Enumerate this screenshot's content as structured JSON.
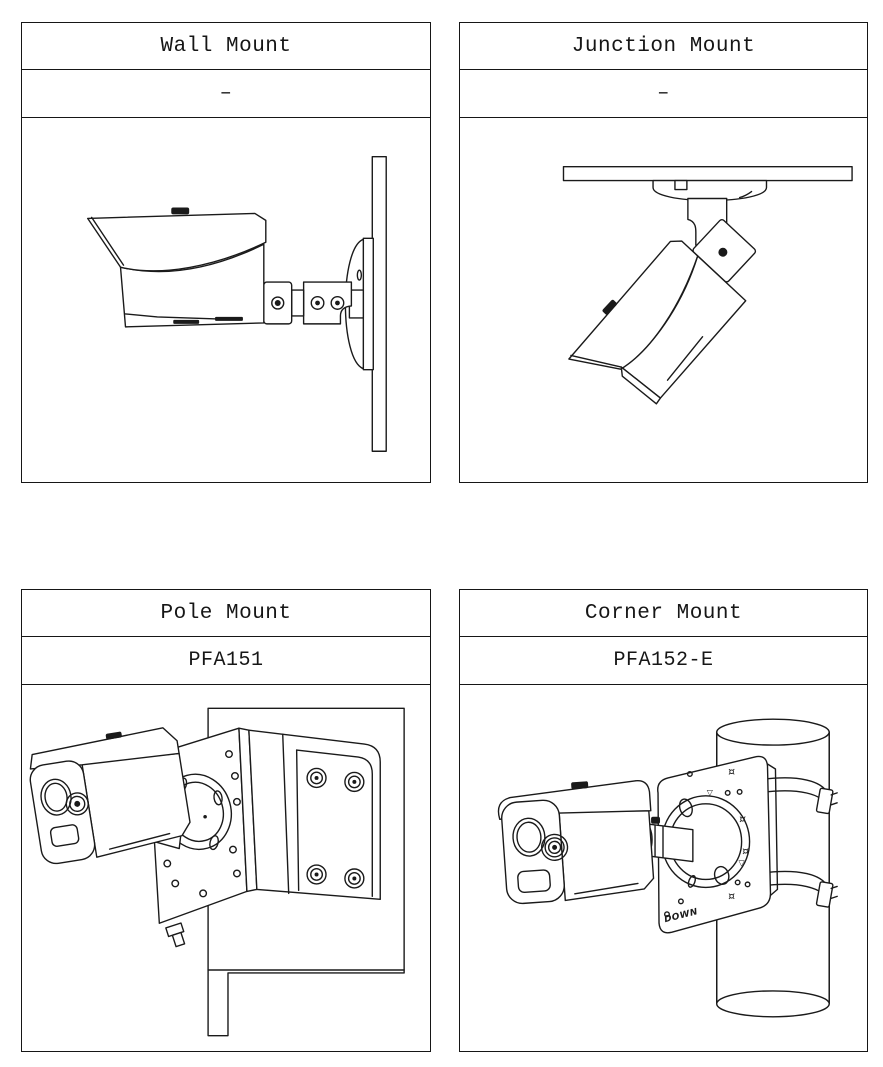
{
  "colors": {
    "line": "#1a1a1a",
    "background": "#ffffff"
  },
  "panels": [
    {
      "title": "Wall Mount",
      "model": "–"
    },
    {
      "title": "Junction Mount",
      "model": "–"
    },
    {
      "title": "Pole Mount",
      "model": "PFA151"
    },
    {
      "title": "Corner Mount",
      "model": "PFA152-E",
      "plate_marking": "DOWN"
    }
  ]
}
